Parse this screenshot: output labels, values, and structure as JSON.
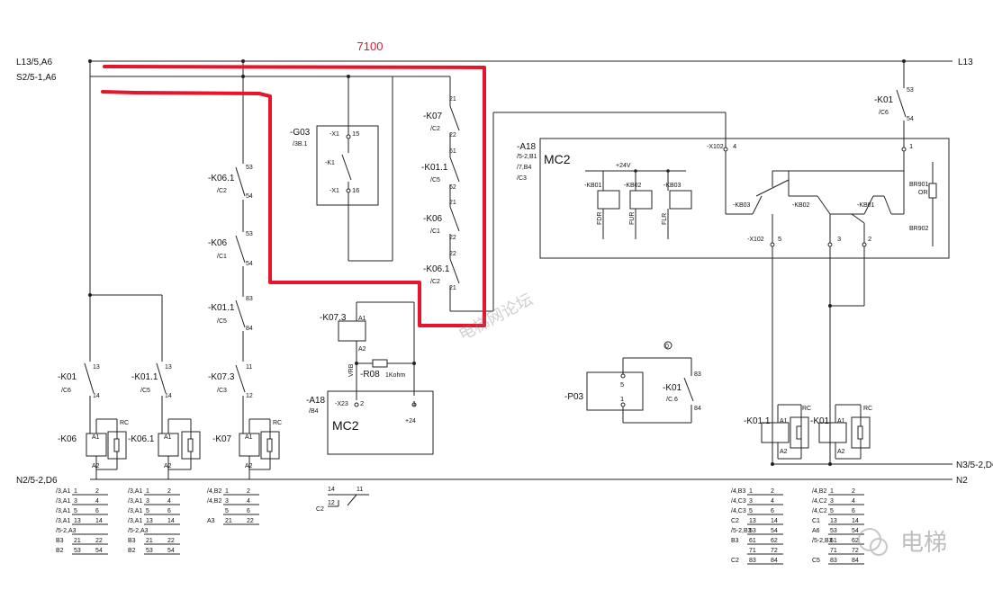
{
  "title": "7100",
  "rails": {
    "l13_left": "L13/5,A6",
    "l13_right": "L13",
    "s2_left": "S2/5-1,A6",
    "n2_left": "N2/5-2,D6",
    "n2_right": "N2",
    "n3_right": "N3/5-2,D6"
  },
  "components": {
    "g03": {
      "name": "-G03",
      "ref": "/3B.1",
      "x1a": "-X1",
      "x1b": "-X1",
      "k1": "-K1",
      "pin_a": "15",
      "pin_b": "16"
    },
    "k06_1_col": {
      "name": "-K06.1",
      "ref": "/C2",
      "pa": "53",
      "pb": "54"
    },
    "k06_col": {
      "name": "-K06",
      "ref": "/C1",
      "pa": "53",
      "pb": "54"
    },
    "k01_1_col": {
      "name": "-K01.1",
      "ref": "/C5",
      "pa": "83",
      "pb": "84"
    },
    "k07_3_col": {
      "name": "-K07.3",
      "ref": "/C3",
      "pa": "11",
      "pb": "12"
    },
    "k01_left": {
      "name": "-K01",
      "ref": "/C6",
      "pa": "13",
      "pb": "14"
    },
    "k01_1_left": {
      "name": "-K01.1",
      "ref": "/C5",
      "pa": "13",
      "pb": "14"
    },
    "k07_chain": {
      "name": "-K07",
      "ref": "/C2",
      "pa": "21",
      "pb": "22"
    },
    "k01_1_chain": {
      "name": "-K01.1",
      "ref": "/C5",
      "pa": "61",
      "pb": "62"
    },
    "k06_chain": {
      "name": "-K06",
      "ref": "/C1",
      "pa": "21",
      "pb": "22"
    },
    "k06_1_chain": {
      "name": "-K06.1",
      "ref": "/C2",
      "pa": "22",
      "pb": "21"
    },
    "coil_k06": {
      "name": "-K06",
      "a1": "A1",
      "a2": "A2",
      "rc": "RC"
    },
    "coil_k06_1": {
      "name": "-K06.1",
      "a1": "A1",
      "a2": "A2"
    },
    "coil_k07": {
      "name": "-K07",
      "a1": "A1",
      "a2": "A2",
      "rc": "RC"
    },
    "k07_3_coil": {
      "name": "-K07.3",
      "a1": "A1",
      "a2": "A2"
    },
    "vrb": "VRB",
    "r08": {
      "name": "-R08",
      "value": "1Kohm"
    },
    "a18_lower": {
      "name": "-A18",
      "ref": "/B4",
      "x23": "-X23",
      "mc": "MC2",
      "pin2": "2",
      "pin1": "1",
      "v24": "+24"
    },
    "a18_upper": {
      "name": "-A18",
      "ref1": "/5-2,B1",
      "ref2": "/7,B4",
      "ref3": "/C3",
      "mc": "MC2",
      "v24": "+24V",
      "x102a": "-X102",
      "x102b": "-X102",
      "pin4": "4",
      "pin5": "5",
      "pin3": "3",
      "pin2": "2",
      "pin1": "1"
    },
    "kb_relays": {
      "kb01": "-KB01",
      "kb02": "-KB02",
      "kb03": "-KB03",
      "fdr1": "FDR",
      "fur": "FUR",
      "flr": "FLR",
      "kb03c": "-KB03",
      "kb02c": "-KB02",
      "kb01c": "-KB01"
    },
    "k01_top": {
      "name": "-K01",
      "ref": "/C6",
      "pa": "53",
      "pb": "54"
    },
    "br": {
      "br901": "BR901",
      "or": "OR",
      "br902": "BR902"
    },
    "p03": {
      "name": "-P03",
      "pin5": "5",
      "pin1": "1",
      "marker": "0"
    },
    "k01_p": {
      "name": "-K01",
      "ref": "/C.6",
      "pa": "83",
      "pb": "84"
    },
    "coil_k01_1_r": {
      "name": "-K01.1",
      "a1": "A1",
      "a2": "A2",
      "rc": "RC"
    },
    "coil_k01_r": {
      "name": "-K01",
      "a1": "A1",
      "a2": "A2",
      "rc": "RC"
    },
    "c2_contact": {
      "tag": "C2",
      "p14": "14",
      "p11": "11",
      "p12": "12"
    }
  },
  "xref_k06": [
    [
      "/3,A1",
      "1",
      "2"
    ],
    [
      "/3,A1",
      "3",
      "4"
    ],
    [
      "/3,A1",
      "5",
      "6"
    ],
    [
      "/3,A1",
      "13",
      "14"
    ],
    [
      "/5-2,A3",
      "",
      ""
    ],
    [
      "B3",
      "21",
      "22"
    ],
    [
      "B2",
      "53",
      "54"
    ]
  ],
  "xref_k06_1": [
    [
      "/3,A1",
      "1",
      "2"
    ],
    [
      "/3,A1",
      "3",
      "4"
    ],
    [
      "/3,A1",
      "5",
      "6"
    ],
    [
      "/3,A1",
      "13",
      "14"
    ],
    [
      "/5-2,A3",
      "",
      ""
    ],
    [
      "B3",
      "21",
      "22"
    ],
    [
      "B2",
      "53",
      "54"
    ]
  ],
  "xref_k07": [
    [
      "/4,B2",
      "1",
      "2"
    ],
    [
      "/4,B2",
      "3",
      "4"
    ],
    [
      "",
      "5",
      "6"
    ],
    [
      "A3",
      "21",
      "22"
    ]
  ],
  "xref_k01_1": [
    [
      "/4,B3",
      "1",
      "2"
    ],
    [
      "/4,C3",
      "3",
      "4"
    ],
    [
      "/4,C3",
      "5",
      "6"
    ],
    [
      "C2",
      "13",
      "14"
    ],
    [
      "/5-2,B3",
      "53",
      "54"
    ],
    [
      "B3",
      "61",
      "62"
    ],
    [
      "",
      "71",
      "72"
    ],
    [
      "C2",
      "83",
      "84"
    ]
  ],
  "xref_k01": [
    [
      "/4,B2",
      "1",
      "2"
    ],
    [
      "/4,C2",
      "3",
      "4"
    ],
    [
      "/4,C2",
      "5",
      "6"
    ],
    [
      "C1",
      "13",
      "14"
    ],
    [
      "A6",
      "53",
      "54"
    ],
    [
      "/5-2,B3",
      "61",
      "62"
    ],
    [
      "",
      "71",
      "72"
    ],
    [
      "C5",
      "83",
      "84"
    ]
  ],
  "watermarks": {
    "forum": "电梯网论坛",
    "wechat": "电梯"
  },
  "colors": {
    "highlight": "#e5162b",
    "wire": "#222222"
  }
}
